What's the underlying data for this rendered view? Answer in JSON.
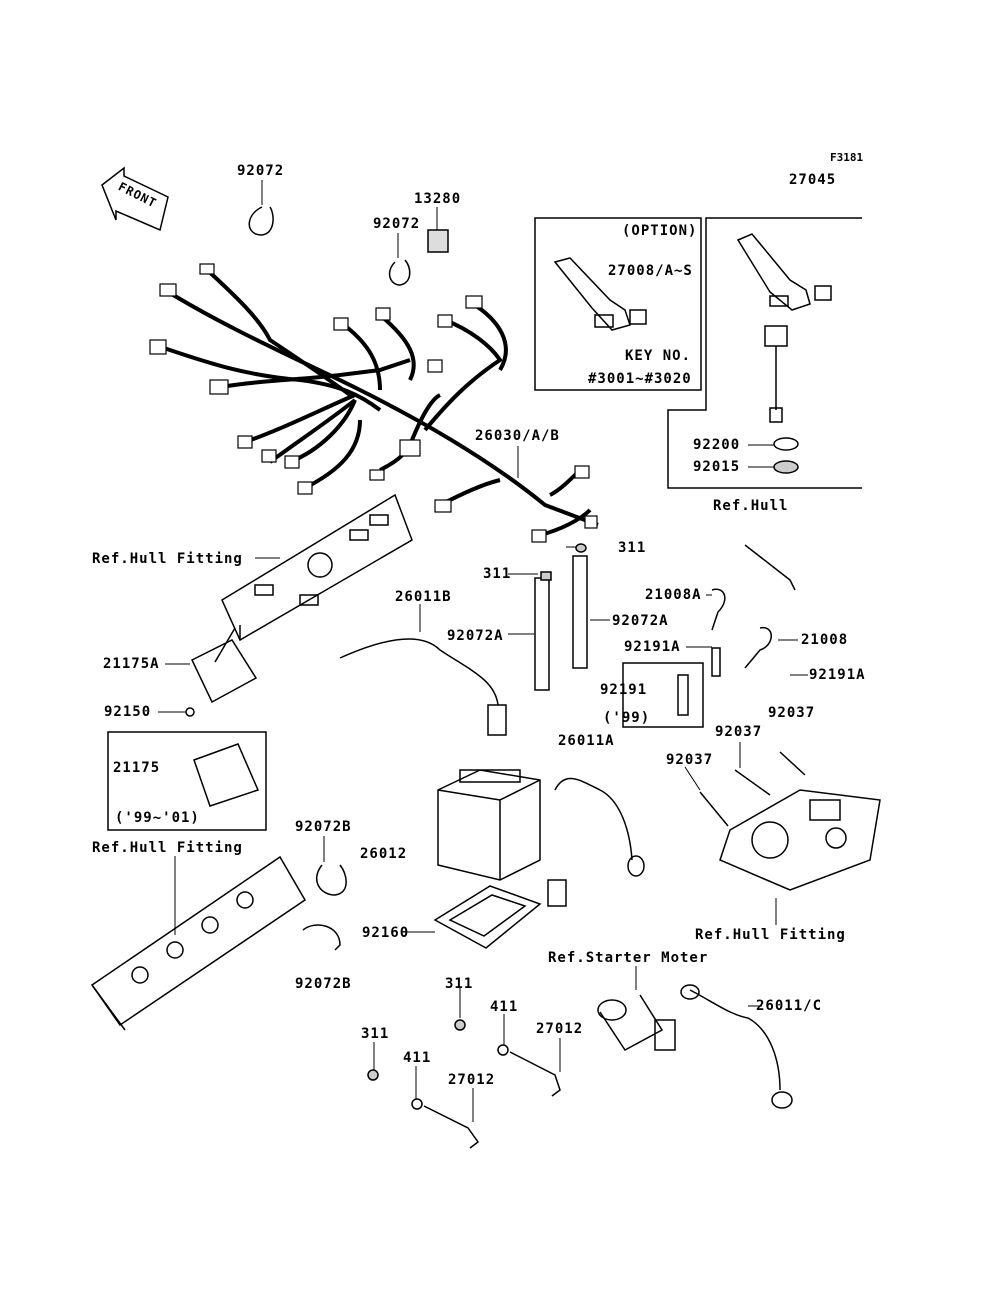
{
  "diagram_id": "F3181",
  "front_label": "FRONT",
  "option_box": {
    "title": "(OPTION)",
    "part": "27008/A~S",
    "key_label": "KEY NO.",
    "key_range": "#3001~#3020"
  },
  "labels": {
    "p27045": "27045",
    "p92072_top": "92072",
    "p13280": "13280",
    "p92072_mid": "92072",
    "p26030": "26030/A/B",
    "p92200": "92200",
    "p92015": "92015",
    "ref_hull_right_top": "Ref.Hull",
    "ref_hull_fitting_1": "Ref.Hull Fitting",
    "p311_a": "311",
    "p311_b": "311",
    "p26011B": "26011B",
    "p21008A": "21008A",
    "p92072A_r": "92072A",
    "p92072A_l": "92072A",
    "p92191A_a": "92191A",
    "p21008": "21008",
    "p21175A": "21175A",
    "p92191": "92191",
    "p99": "('99)",
    "p92191A_b": "92191A",
    "p92150": "92150",
    "p92037_a": "92037",
    "p26011A": "26011A",
    "p92037_b": "92037",
    "p92037_c": "92037",
    "p21175": "21175",
    "p99_01": "('99~'01)",
    "p92072B_a": "92072B",
    "ref_hull_fitting_2": "Ref.Hull Fitting",
    "p26012": "26012",
    "p92160": "92160",
    "ref_hull_fitting_3": "Ref.Hull Fitting",
    "p92072B_b": "92072B",
    "ref_starter": "Ref.Starter Moter",
    "p311_c": "311",
    "p26011C": "26011/C",
    "p411_a": "411",
    "p27012_a": "27012",
    "p311_d": "311",
    "p411_b": "411",
    "p27012_b": "27012"
  }
}
